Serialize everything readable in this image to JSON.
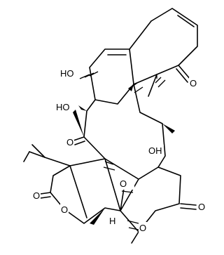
{
  "labels": [
    {
      "id": "oh-top-left",
      "text": "HO"
    },
    {
      "id": "oh-left",
      "text": "HO"
    },
    {
      "id": "o-ketone-right",
      "text": "O"
    },
    {
      "id": "o-ketone-mid",
      "text": "O"
    },
    {
      "id": "o-lactone-left",
      "text": "O"
    },
    {
      "id": "o-ring-left",
      "text": "O"
    },
    {
      "id": "o-bridge",
      "text": "O"
    },
    {
      "id": "oh-right",
      "text": "OH"
    },
    {
      "id": "o-lactone-right",
      "text": "O"
    },
    {
      "id": "o-ring-right",
      "text": "O"
    },
    {
      "id": "h-dot",
      "text": "H"
    }
  ]
}
